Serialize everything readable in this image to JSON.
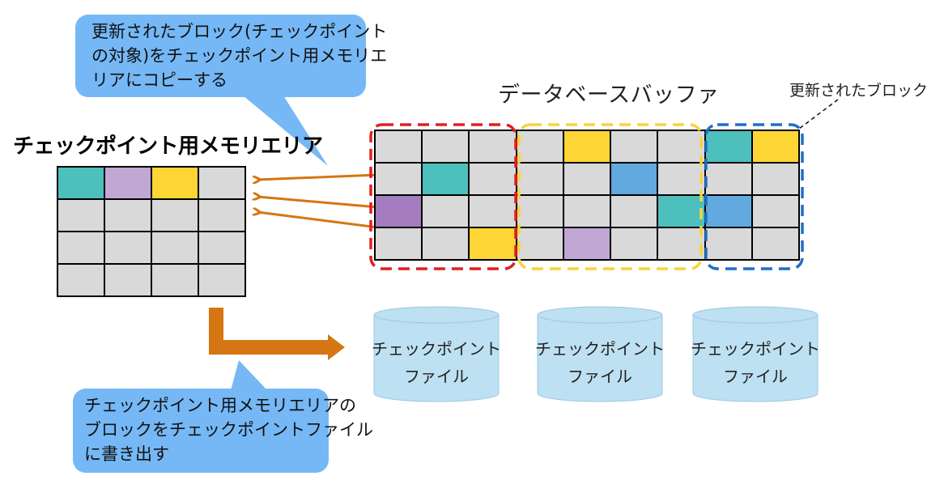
{
  "callout_top": {
    "text": "更新されたブロック(チェックポイント\nの対象)をチェックポイント用メモリエ\nリアにコピーする"
  },
  "callout_bottom": {
    "text": "チェックポイント用メモリエリアの\nブロックをチェックポイントファイル\nに書き出す"
  },
  "memory_area": {
    "title": "チェックポイント用メモリエリア",
    "cells": [
      [
        "teal",
        "purple",
        "yellow",
        "gray"
      ],
      [
        "gray",
        "gray",
        "gray",
        "gray"
      ],
      [
        "gray",
        "gray",
        "gray",
        "gray"
      ],
      [
        "gray",
        "gray",
        "gray",
        "gray"
      ]
    ]
  },
  "buffer": {
    "title": "データベースバッファ",
    "updated_label": "更新されたブロック",
    "cells": [
      [
        "gray",
        "gray",
        "gray",
        "gray",
        "yellow",
        "gray",
        "gray",
        "teal",
        "yellow"
      ],
      [
        "gray",
        "teal",
        "gray",
        "gray",
        "gray",
        "blue",
        "gray",
        "gray",
        "gray"
      ],
      [
        "purple",
        "gray",
        "gray",
        "gray",
        "gray",
        "gray",
        "teal",
        "blue",
        "gray"
      ],
      [
        "gray",
        "gray",
        "yellow",
        "gray",
        "purple",
        "gray",
        "gray",
        "gray",
        "gray"
      ]
    ]
  },
  "files": [
    {
      "label": "チェックポイント\nファイル"
    },
    {
      "label": "チェックポイント\nファイル"
    },
    {
      "label": "チェックポイント\nファイル"
    }
  ],
  "colors": {
    "gray": "#d9d9d9",
    "teal": "#4dbfbd",
    "purple": "#c1a8d4",
    "purple_dark": "#a57cbf",
    "yellow": "#fdd535",
    "blue": "#62a9df",
    "callout": "#75b8f5",
    "arrow": "#d67612",
    "red_dash": "#e02020",
    "yellow_dash": "#f7d43c",
    "blue_dash": "#1f6fc9",
    "cylinder": "#bde0f2"
  }
}
